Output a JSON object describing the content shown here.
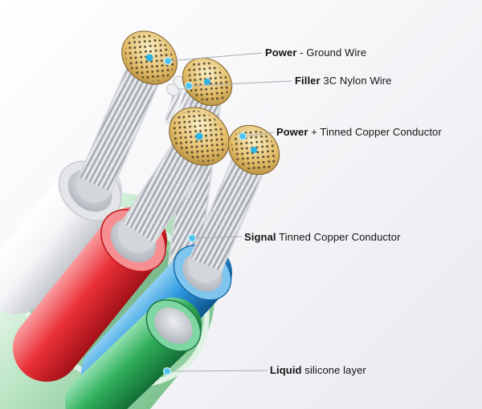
{
  "diagram": {
    "labels": [
      {
        "bold": "Power",
        "rest": " - Ground Wire"
      },
      {
        "bold": "Filler",
        "rest": " 3C Nylon Wire"
      },
      {
        "bold": "Power",
        "rest": " + Tinned Copper Conductor"
      },
      {
        "bold": "Signal",
        "rest": "  Tinned Copper Conductor"
      },
      {
        "bold": "Liquid",
        "rest": " silicone layer"
      }
    ],
    "colors": {
      "jacket_green": "#aadcb6",
      "wire_white": "#f2f3f5",
      "wire_red": "#e8282e",
      "wire_blue": "#2b96dc",
      "wire_green": "#2fae5a",
      "conductor_silver": "#cfd2d7",
      "tip_gold": "#d9b35e",
      "marker_blue": "#4ec3ee"
    }
  }
}
